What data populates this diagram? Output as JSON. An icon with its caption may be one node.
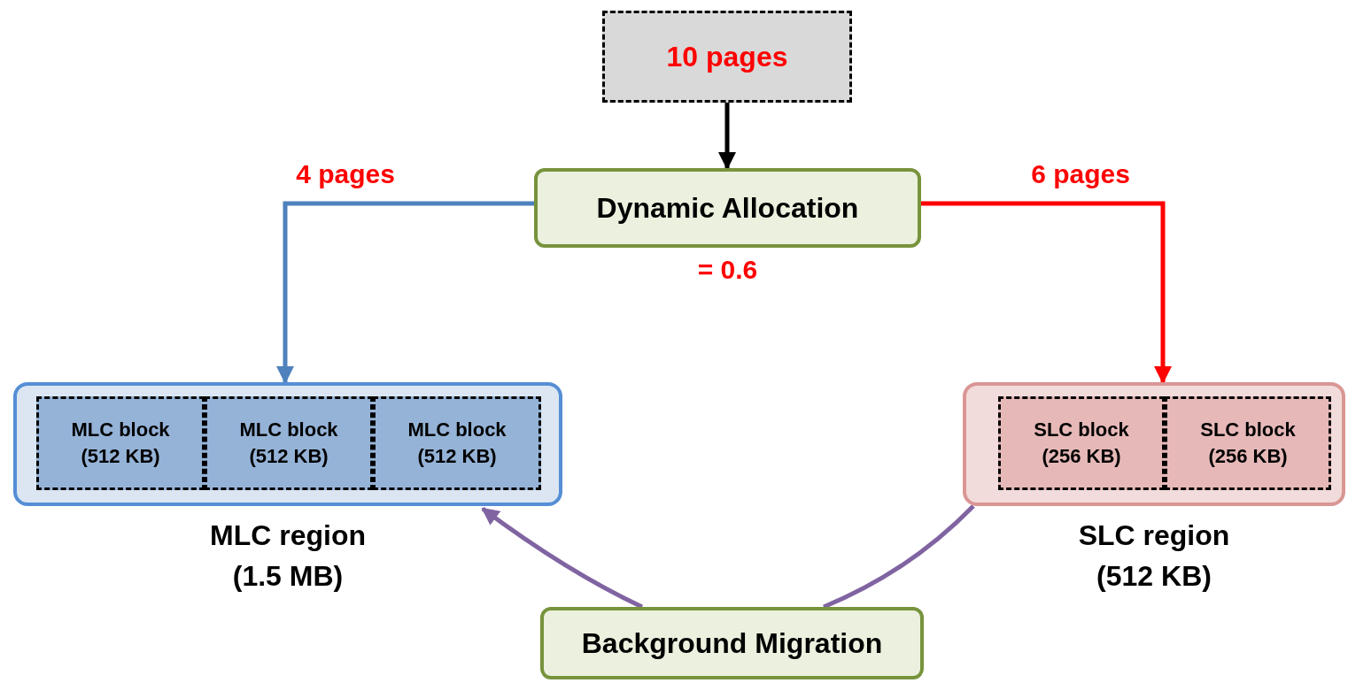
{
  "diagram": {
    "nodes": [
      {
        "text": [
          "10 pages"
        ]
      },
      {
        "text": [
          "Dynamic Allocation"
        ],
        "beside": [
          "= 0.6"
        ]
      },
      {
        "text": [
          "MLC region (1.5 MB)"
        ]
      },
      {
        "text": [
          "MLC block (512 KB)"
        ],
        "in": 2
      },
      {
        "text": [
          "MLC block (512 KB)"
        ],
        "in": 2
      },
      {
        "text": [
          "MLC block (512 KB)"
        ],
        "in": 2
      },
      {
        "text": [
          "SLC region (512 KB)"
        ]
      },
      {
        "text": [
          "SLC block (256 KB)"
        ],
        "in": 6
      },
      {
        "text": [
          "SLC block (256 KB)"
        ],
        "in": 6
      },
      {
        "text": [
          "Background Migration"
        ]
      }
    ],
    "edges": [
      {
        "from": 0,
        "to": 1,
        "arrow": "to",
        "color": "#000000"
      },
      {
        "from": 1,
        "to": 2,
        "arrow": "to",
        "label": "4 pages",
        "color": "#4f81bd"
      },
      {
        "from": 1,
        "to": 6,
        "arrow": "to",
        "label": "6 pages",
        "color": "#ff0000"
      },
      {
        "from": 6,
        "to": 9,
        "arrow": "none",
        "color": "#8064a2"
      },
      {
        "from": 9,
        "to": 2,
        "arrow": "to",
        "color": "#8064a2"
      }
    ]
  }
}
